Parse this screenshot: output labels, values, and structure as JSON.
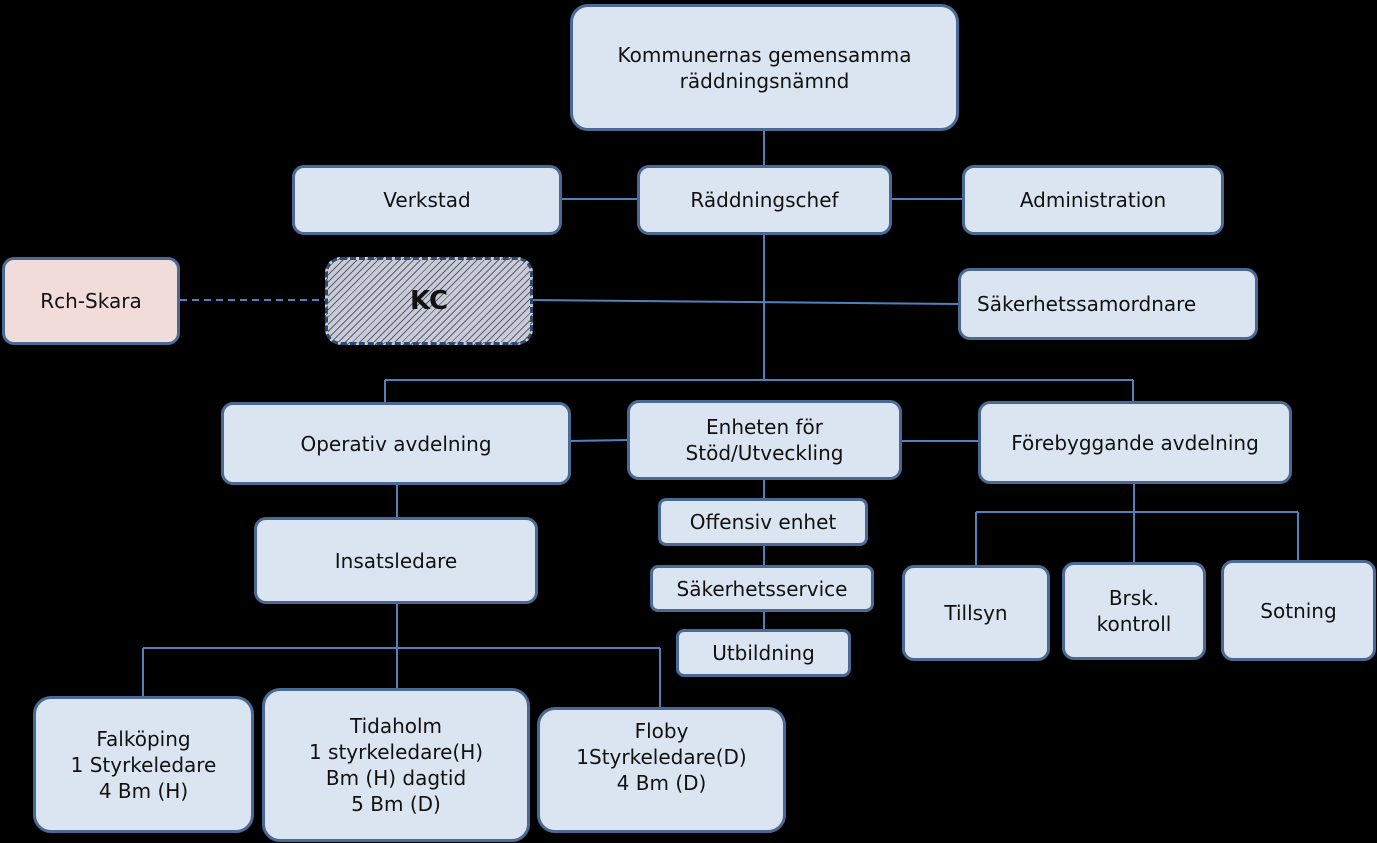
{
  "colors": {
    "line": "#4f81bd",
    "box_fill": "#dbe5f1",
    "box_border": "#4a6a94",
    "pink_fill": "#f2dcdb",
    "background": "#000000"
  },
  "nodes": {
    "board": "Kommunernas gemensamma\nräddningsnämnd",
    "workshop": "Verkstad",
    "chief": "Räddningschef",
    "administration": "Administration",
    "rch_skara": "Rch-Skara",
    "kc": "KC",
    "safety_coordinator": "Säkerhetssamordnare",
    "operative": "Operativ avdelning",
    "support_unit": "Enheten för\nStöd/Utveckling",
    "preventive": "Förebyggande avdelning",
    "offensive_unit": "Offensiv enhet",
    "safety_service": "Säkerhetsservice",
    "training": "Utbildning",
    "supervision": "Tillsyn",
    "fire_inspection": "Brsk.\nkontroll",
    "chimney_sweeping": "Sotning",
    "incident_commander": "Insatsledare",
    "falkoping": "Falköping\n1 Styrkeledare\n4 Bm (H)",
    "tidaholm": "Tidaholm\n1 styrkeledare(H)\nBm (H) dagtid\n5 Bm (D)",
    "floby": "Floby\n1Styrkeledare(D)\n4 Bm (D)"
  }
}
